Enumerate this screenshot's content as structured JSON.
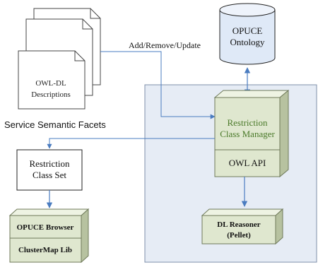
{
  "doc_stack": {
    "label_line1": "OWL-DL",
    "label_line2": "Descriptions",
    "caption": "Service Semantic Facets"
  },
  "ontology": {
    "line1": "OPUCE",
    "line2": "Ontology"
  },
  "arrow_label": "Add/Remove/Update",
  "restriction_set": {
    "line1": "Restriction",
    "line2": "Class Set"
  },
  "manager": {
    "line1": "Restriction",
    "line2": "Class Manager",
    "sub": "OWL API"
  },
  "reasoner": {
    "line1": "DL Reasoner",
    "line2": "(Pellet)"
  },
  "browser": {
    "top": "OPUCE Browser",
    "bottom": "ClusterMap Lib"
  },
  "colors": {
    "arrow": "#4a7cc0",
    "panel_fill": "#e6ecf5",
    "panel_stroke": "#7f8faa",
    "block_fill": "#dfe7cf",
    "block_top": "#eef3e3",
    "block_side": "#b7c2a0",
    "block_stroke": "#6f7a5a",
    "manager_text": "#4b7a2a",
    "cyl_fill": "#dfe9f7"
  }
}
